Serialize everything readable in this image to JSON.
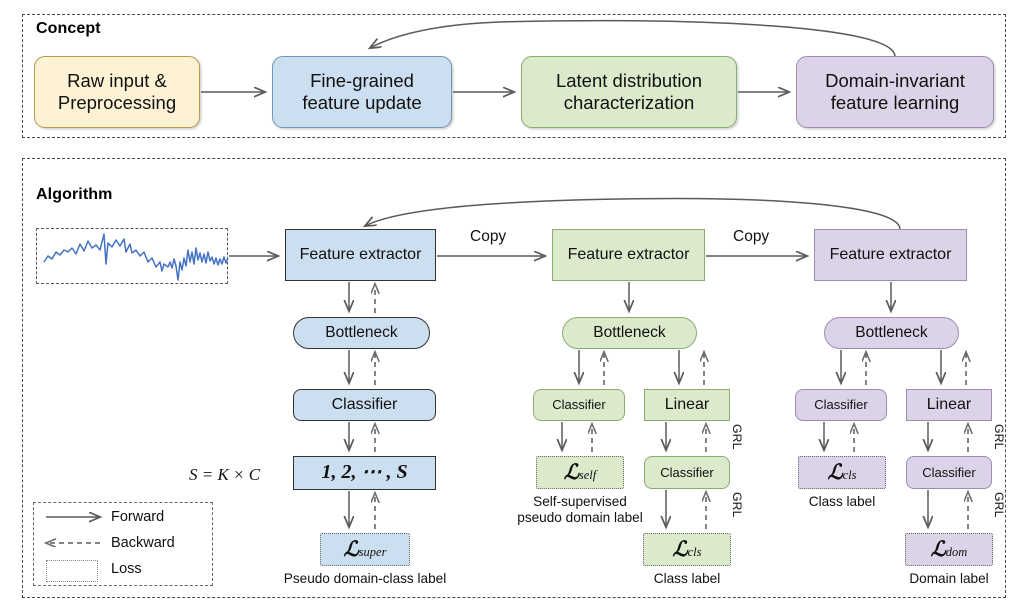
{
  "panels": {
    "concept": {
      "title": "Concept"
    },
    "algorithm": {
      "title": "Algorithm"
    }
  },
  "concept_flow": {
    "steps": [
      {
        "label": "Raw input &\nPreprocessing",
        "color": "#fdf3d4"
      },
      {
        "label": "Fine-grained\nfeature update",
        "color": "#ccdff0"
      },
      {
        "label": "Latent distribution\ncharacterization",
        "color": "#dbeacb"
      },
      {
        "label": "Domain-invariant\nfeature learning",
        "color": "#ddd3e8"
      }
    ],
    "feedback_arrow": "from Domain-invariant feature learning back to Fine-grained feature update"
  },
  "algorithm": {
    "input": {
      "name": "raw-signal-waveform"
    },
    "copy_labels": [
      "Copy",
      "Copy"
    ],
    "feedback_arrow": "from right Feature extractor back to left Feature extractor",
    "branches": [
      {
        "id": "supervised",
        "color": "#ccdff0",
        "feature_extractor": "Feature extractor",
        "bottleneck": "Bottleneck",
        "heads": [
          {
            "classifier": "Classifier",
            "sequence": "1, 2, ⋯ , S",
            "formula": "S = K × C",
            "loss": {
              "symbol": "L",
              "subscript": "super"
            },
            "caption": "Pseudo domain-class label"
          }
        ]
      },
      {
        "id": "latent",
        "color": "#dbeacb",
        "feature_extractor": "Feature extractor",
        "bottleneck": "Bottleneck",
        "heads": [
          {
            "top": "Classifier",
            "loss": {
              "symbol": "L",
              "subscript": "self"
            },
            "caption": "Self-supervised\npseudo domain label",
            "grl": []
          },
          {
            "top": "Linear",
            "mid": "Classifier",
            "loss": {
              "symbol": "L",
              "subscript": "cls"
            },
            "caption": "Class label",
            "grl": [
              "GRL",
              "GRL"
            ]
          }
        ]
      },
      {
        "id": "domain-invariant",
        "color": "#ddd3e8",
        "feature_extractor": "Feature extractor",
        "bottleneck": "Bottleneck",
        "heads": [
          {
            "top": "Classifier",
            "loss": {
              "symbol": "L",
              "subscript": "cls"
            },
            "caption": "Class label",
            "grl": []
          },
          {
            "top": "Linear",
            "mid": "Classifier",
            "loss": {
              "symbol": "L",
              "subscript": "dom"
            },
            "caption": "Domain label",
            "grl": [
              "GRL",
              "GRL"
            ]
          }
        ]
      }
    ]
  },
  "legend": {
    "items": [
      {
        "label": "Forward",
        "kind": "solid-arrow"
      },
      {
        "label": "Backward",
        "kind": "dashed-arrow"
      },
      {
        "label": "Loss",
        "kind": "dotted-box"
      }
    ]
  },
  "colors": {
    "yellow": "#fdf3d4",
    "blue": "#ccdff0",
    "green": "#dbeacb",
    "purple": "#ddd3e8",
    "arrow": "#5a5a5a",
    "waveform": "#4472c4"
  }
}
